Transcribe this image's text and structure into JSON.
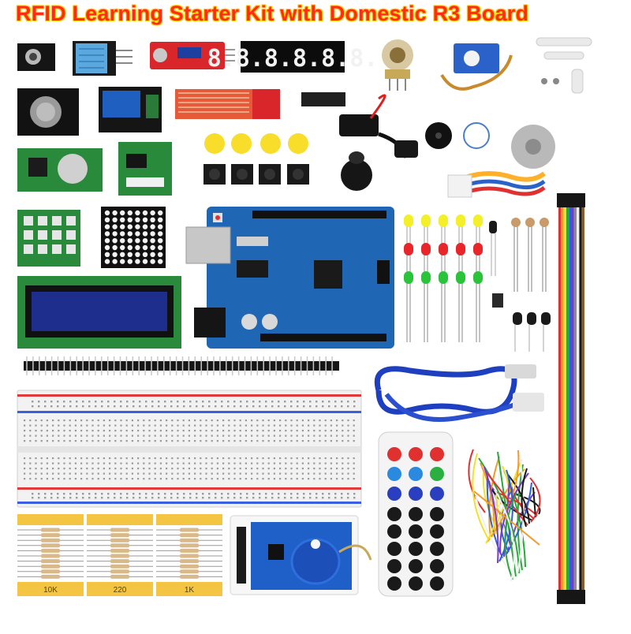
{
  "title": "RFID Learning Starter Kit with Domestic R3 Board",
  "segment_display": "8.8.8.8.8.8.",
  "resistor_labels": [
    "10K",
    "220",
    "1K"
  ],
  "colors": {
    "title": "#ff2a1a",
    "title_outline": "#ffcc00",
    "pcb_blue": "#1f66b5",
    "module_red": "#d8262a",
    "header_black": "#1a1a1a"
  }
}
